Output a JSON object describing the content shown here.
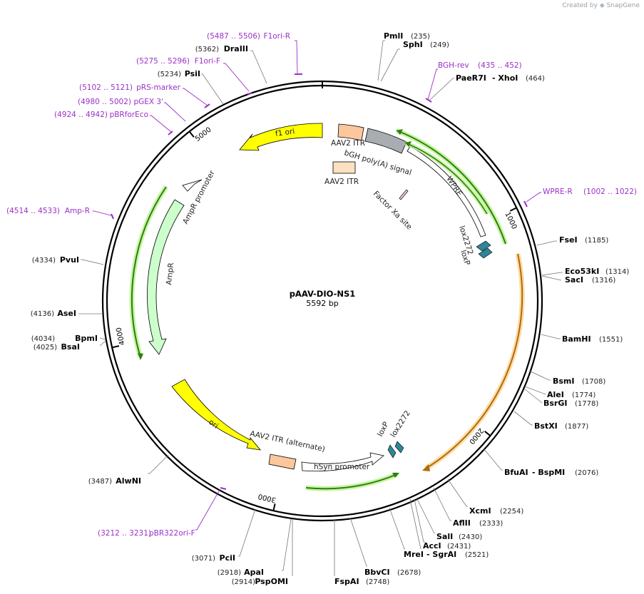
{
  "credit": {
    "prefix": "Created by",
    "brand": "SnapGene"
  },
  "plasmid": {
    "name": "pAAV-DIO-NS1",
    "size": "5592 bp",
    "length": 5592
  },
  "colors": {
    "backbone": "#000000",
    "primer": "#9b30c8",
    "green_feature": "#7ccd3f",
    "orange_feature": "#e8a33a",
    "ori_yellow": "#ffff00",
    "ampr_green": "#ccffcc",
    "itr_orange": "#fcc79c",
    "lox_teal": "#2e8598"
  },
  "ticks": [
    {
      "bp": 1000,
      "label": "1000"
    },
    {
      "bp": 2000,
      "label": "2000"
    },
    {
      "bp": 3000,
      "label": "3000"
    },
    {
      "bp": 4000,
      "label": "4000"
    },
    {
      "bp": 5000,
      "label": "5000"
    }
  ],
  "sites": [
    {
      "name": "PmlI",
      "pos": "(235)",
      "bp": 235
    },
    {
      "name": "SphI",
      "pos": "(249)",
      "bp": 249
    },
    {
      "name": "PaeR7I",
      "name2": "- XhoI",
      "pos": "(464)",
      "bp": 464
    },
    {
      "name": "FseI",
      "pos": "(1185)",
      "bp": 1185
    },
    {
      "name": "Eco53kI",
      "pos": "(1314)",
      "bp": 1314
    },
    {
      "name": "SacI",
      "pos": "(1316)",
      "bp": 1316
    },
    {
      "name": "BamHI",
      "pos": "(1551)",
      "bp": 1551
    },
    {
      "name": "BsmI",
      "pos": "(1708)",
      "bp": 1708
    },
    {
      "name": "AleI",
      "pos": "(1774)",
      "bp": 1774
    },
    {
      "name": "BsrGI",
      "pos": "(1778)",
      "bp": 1778
    },
    {
      "name": "BstXI",
      "pos": "(1877)",
      "bp": 1877
    },
    {
      "name": "BfuAI",
      "name2": "- BspMI",
      "pos": "(2076)",
      "bp": 2076
    },
    {
      "name": "XcmI",
      "pos": "(2254)",
      "bp": 2254
    },
    {
      "name": "AflII",
      "pos": "(2333)",
      "bp": 2333
    },
    {
      "name": "SalI",
      "pos": "(2430)",
      "bp": 2430
    },
    {
      "name": "AccI",
      "pos": "(2431)",
      "bp": 2431
    },
    {
      "name": "MreI",
      "name2": "- SgrAI",
      "pos": "(2521)",
      "bp": 2521
    },
    {
      "name": "BbvCI",
      "pos": "(2678)",
      "bp": 2678
    },
    {
      "name": "FspAI",
      "pos": "(2748)",
      "bp": 2748
    },
    {
      "name": "ApaI",
      "pos": "(2918)",
      "bp": 2918
    },
    {
      "name": "PspOMI",
      "pos": "(2914)",
      "bp": 2914
    },
    {
      "name": "PciI",
      "pos": "(3071)",
      "bp": 3071
    },
    {
      "name": "AlwNI",
      "pos": "(3487)",
      "bp": 3487
    },
    {
      "name": "BpmI",
      "pos": "(4034)",
      "bp": 4034
    },
    {
      "name": "BsaI",
      "pos": "(4025)",
      "bp": 4025
    },
    {
      "name": "AseI",
      "pos": "(4136)",
      "bp": 4136
    },
    {
      "name": "PvuI",
      "pos": "(4334)",
      "bp": 4334
    },
    {
      "name": "PsiI",
      "pos": "(5234)",
      "bp": 5234
    },
    {
      "name": "DraIII",
      "pos": "(5362)",
      "bp": 5362
    }
  ],
  "primers": [
    {
      "name": "F1ori-R",
      "range": "(5487 .. 5506)",
      "bp": 5496
    },
    {
      "name": "F1ori-F",
      "range": "(5275 .. 5296)",
      "bp": 5286
    },
    {
      "name": "pRS-marker",
      "range": "(5102 .. 5121)",
      "bp": 5111
    },
    {
      "name": "pGEX 3'",
      "range": "(4980 .. 5002)",
      "bp": 4991
    },
    {
      "name": "pBRforEco",
      "range": "(4924 .. 4942)",
      "bp": 4933
    },
    {
      "name": "BGH-rev",
      "range": "(435 .. 452)",
      "bp": 443
    },
    {
      "name": "WPRE-R",
      "range": "(1002 .. 1022)",
      "bp": 1012
    },
    {
      "name": "Amp-R",
      "range": "(4514 .. 4533)",
      "bp": 4523
    },
    {
      "name": "pBR322ori-F",
      "range": "(3212 .. 3231)",
      "bp": 3221
    }
  ],
  "features": {
    "f1_ori": "f1 ori",
    "aav2_itr_top": "AAV2 ITR",
    "bgh_polya": "bGH poly(A) signal",
    "aav2_itr_inner": "AAV2 ITR",
    "factor_xa": "Factor Xa site",
    "wpre": "WPRE",
    "lox2272_top": "lox2272",
    "loxp_top": "loxP",
    "ampr_promoter": "AmpR promoter",
    "ampr": "AmpR",
    "ori": "ori",
    "aav2_itr_alt": "AAV2 ITR (alternate)",
    "hsyn_promoter": "hSyn promoter",
    "loxp_bottom": "loxP",
    "lox2272_bottom": "lox2272"
  }
}
